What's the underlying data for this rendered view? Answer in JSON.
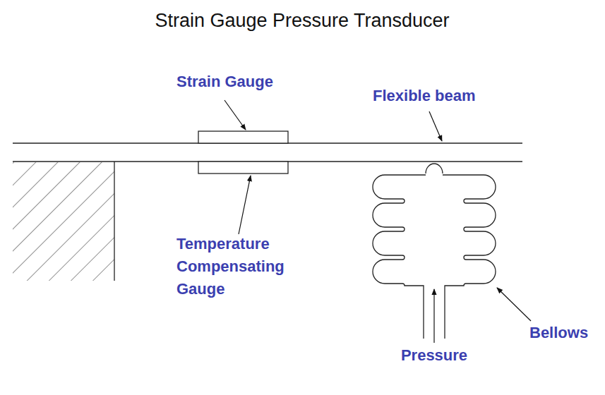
{
  "diagram": {
    "title": "Strain Gauge Pressure Transducer",
    "labels": [
      "Strain Gauge",
      "Flexible beam",
      "Temperature Compensating Gauge",
      "Bellows",
      "Pressure"
    ]
  }
}
